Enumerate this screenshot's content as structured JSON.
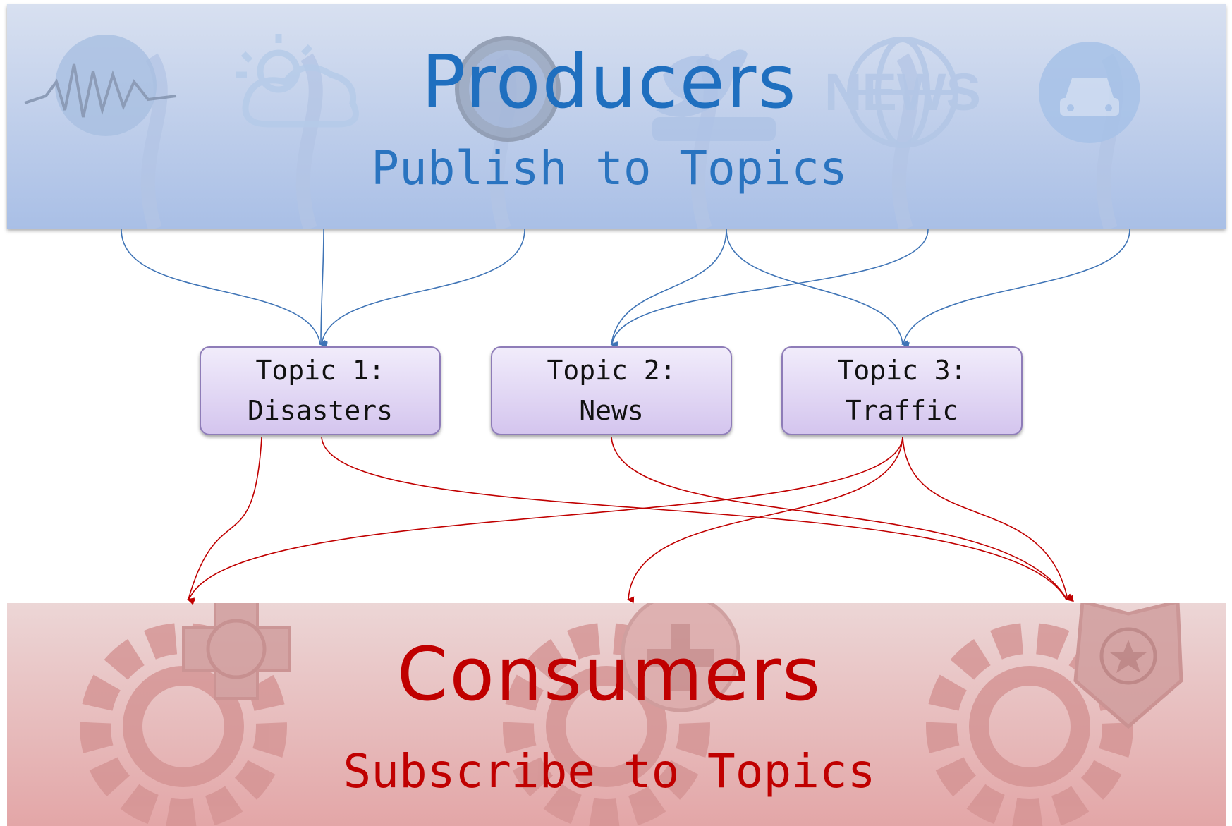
{
  "producers": {
    "title": "Producers",
    "subtitle": "Publish to Topics",
    "icons": [
      "earthquake-globe-icon",
      "weather-cloud-icon",
      "hotline-icon",
      "twitter-icon",
      "news-globe-icon",
      "car-icon"
    ],
    "color": "#1f6fbf"
  },
  "topics": [
    {
      "line1": "Topic 1:",
      "line2": "Disasters"
    },
    {
      "line1": "Topic 2:",
      "line2": "News"
    },
    {
      "line1": "Topic 3:",
      "line2": "Traffic"
    }
  ],
  "consumers": {
    "title": "Consumers",
    "subtitle": "Subscribe to Topics",
    "icons": [
      "fire-dept-gear-icon",
      "medical-cross-gear-icon",
      "police-badge-gear-icon"
    ],
    "color": "#c00000"
  },
  "colors": {
    "publish_arrow": "#3f74b6",
    "subscribe_arrow": "#c00000",
    "topic_border": "#8e7cb8"
  },
  "publish_links": [
    {
      "from": "earthquake-globe-icon",
      "to": "Topic 1"
    },
    {
      "from": "weather-cloud-icon",
      "to": "Topic 1"
    },
    {
      "from": "hotline-icon",
      "to": "Topic 1"
    },
    {
      "from": "twitter-icon",
      "to": "Topic 2"
    },
    {
      "from": "twitter-icon",
      "to": "Topic 3"
    },
    {
      "from": "news-globe-icon",
      "to": "Topic 2"
    },
    {
      "from": "car-icon",
      "to": "Topic 3"
    }
  ],
  "subscribe_links": [
    {
      "from": "Topic 1",
      "to": "fire-dept-gear-icon"
    },
    {
      "from": "Topic 1",
      "to": "police-badge-gear-icon"
    },
    {
      "from": "Topic 2",
      "to": "police-badge-gear-icon"
    },
    {
      "from": "Topic 3",
      "to": "fire-dept-gear-icon"
    },
    {
      "from": "Topic 3",
      "to": "medical-cross-gear-icon"
    },
    {
      "from": "Topic 3",
      "to": "police-badge-gear-icon"
    }
  ]
}
